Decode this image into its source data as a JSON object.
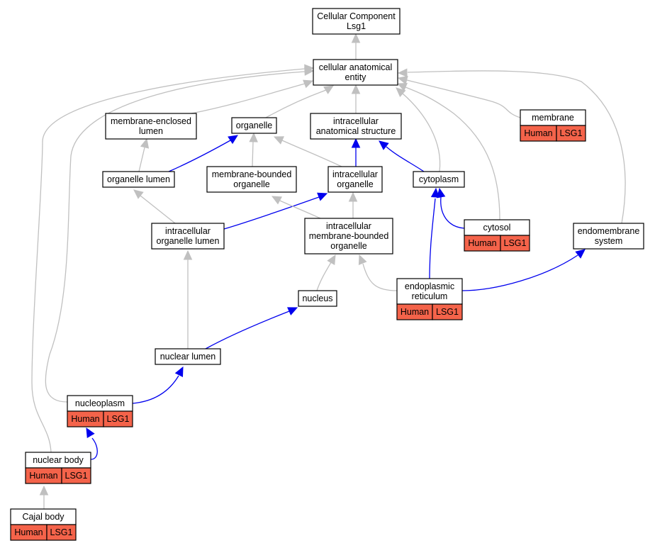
{
  "colors": {
    "is_a_edge": "#c0c0c0",
    "part_of_edge": "#0000ee",
    "annotation_fill": "#f4634a"
  },
  "nodes": [
    {
      "id": "root",
      "lines": [
        "Cellular Component",
        "Lsg1"
      ]
    },
    {
      "id": "cae",
      "lines": [
        "cellular anatomical",
        "entity"
      ]
    },
    {
      "id": "mel",
      "lines": [
        "membrane-enclosed",
        "lumen"
      ]
    },
    {
      "id": "organelle",
      "lines": [
        "organelle"
      ]
    },
    {
      "id": "ias",
      "lines": [
        "intracellular",
        "anatomical structure"
      ]
    },
    {
      "id": "membrane",
      "lines": [
        "membrane"
      ],
      "annotations": [
        "Human",
        "LSG1"
      ]
    },
    {
      "id": "ol",
      "lines": [
        "organelle lumen"
      ]
    },
    {
      "id": "mbo",
      "lines": [
        "membrane-bounded",
        "organelle"
      ]
    },
    {
      "id": "io",
      "lines": [
        "intracellular",
        "organelle"
      ]
    },
    {
      "id": "cytoplasm",
      "lines": [
        "cytoplasm"
      ]
    },
    {
      "id": "iol",
      "lines": [
        "intracellular",
        "organelle lumen"
      ]
    },
    {
      "id": "imbo",
      "lines": [
        "intracellular",
        "membrane-bounded",
        "organelle"
      ]
    },
    {
      "id": "cytosol",
      "lines": [
        "cytosol"
      ],
      "annotations": [
        "Human",
        "LSG1"
      ]
    },
    {
      "id": "es",
      "lines": [
        "endomembrane",
        "system"
      ]
    },
    {
      "id": "nucleus",
      "lines": [
        "nucleus"
      ]
    },
    {
      "id": "er",
      "lines": [
        "endoplasmic",
        "reticulum"
      ],
      "annotations": [
        "Human",
        "LSG1"
      ]
    },
    {
      "id": "nl",
      "lines": [
        "nuclear lumen"
      ]
    },
    {
      "id": "nucleoplasm",
      "lines": [
        "nucleoplasm"
      ],
      "annotations": [
        "Human",
        "LSG1"
      ]
    },
    {
      "id": "nb",
      "lines": [
        "nuclear body"
      ],
      "annotations": [
        "Human",
        "LSG1"
      ]
    },
    {
      "id": "cajal",
      "lines": [
        "Cajal body"
      ],
      "annotations": [
        "Human",
        "LSG1"
      ]
    }
  ],
  "edges": [
    {
      "from": "cae",
      "to": "root",
      "type": "is_a"
    },
    {
      "from": "mel",
      "to": "cae",
      "type": "is_a"
    },
    {
      "from": "organelle",
      "to": "cae",
      "type": "is_a"
    },
    {
      "from": "ias",
      "to": "cae",
      "type": "is_a"
    },
    {
      "from": "membrane",
      "to": "cae",
      "type": "is_a"
    },
    {
      "from": "cytoplasm",
      "to": "cae",
      "type": "is_a"
    },
    {
      "from": "cytosol",
      "to": "cae",
      "type": "is_a"
    },
    {
      "from": "es",
      "to": "cae",
      "type": "is_a"
    },
    {
      "from": "nucleoplasm",
      "to": "cae",
      "type": "is_a"
    },
    {
      "from": "nb",
      "to": "cae",
      "type": "is_a"
    },
    {
      "from": "ol",
      "to": "mel",
      "type": "is_a"
    },
    {
      "from": "ol",
      "to": "organelle",
      "type": "part_of"
    },
    {
      "from": "mbo",
      "to": "organelle",
      "type": "is_a"
    },
    {
      "from": "io",
      "to": "organelle",
      "type": "is_a"
    },
    {
      "from": "io",
      "to": "ias",
      "type": "part_of"
    },
    {
      "from": "cytoplasm",
      "to": "ias",
      "type": "part_of"
    },
    {
      "from": "iol",
      "to": "ol",
      "type": "is_a"
    },
    {
      "from": "iol",
      "to": "io",
      "type": "part_of"
    },
    {
      "from": "imbo",
      "to": "mbo",
      "type": "is_a"
    },
    {
      "from": "imbo",
      "to": "io",
      "type": "is_a"
    },
    {
      "from": "cytosol",
      "to": "cytoplasm",
      "type": "part_of"
    },
    {
      "from": "er",
      "to": "cytoplasm",
      "type": "part_of"
    },
    {
      "from": "er",
      "to": "imbo",
      "type": "is_a"
    },
    {
      "from": "er",
      "to": "es",
      "type": "part_of"
    },
    {
      "from": "nucleus",
      "to": "imbo",
      "type": "is_a"
    },
    {
      "from": "nl",
      "to": "iol",
      "type": "is_a"
    },
    {
      "from": "nl",
      "to": "nucleus",
      "type": "part_of"
    },
    {
      "from": "nucleoplasm",
      "to": "nl",
      "type": "part_of"
    },
    {
      "from": "nb",
      "to": "nucleoplasm",
      "type": "part_of"
    },
    {
      "from": "cajal",
      "to": "nb",
      "type": "is_a"
    }
  ]
}
